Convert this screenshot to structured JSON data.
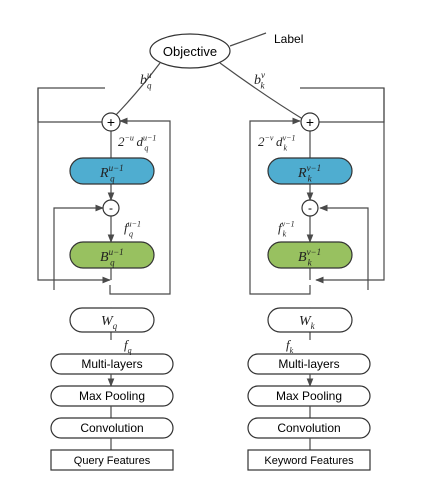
{
  "diagram": {
    "objective": "Objective",
    "label": "Label",
    "colors": {
      "reconstruction_block": "#4fadd0",
      "binary_block": "#98c160",
      "stroke": "#333333"
    },
    "left": {
      "edge_top": {
        "base": "b",
        "sup": "u",
        "sub": "q"
      },
      "residual": {
        "prefix": "2",
        "prefix_sup": "−u",
        "base": "d",
        "sub": "q",
        "sup": "u−1"
      },
      "reconstruct": {
        "base": "R",
        "sub": "q",
        "sup": "u−1"
      },
      "feature": {
        "base": "f",
        "sub": "q",
        "sup": "u−1"
      },
      "binary": {
        "base": "B",
        "sub": "q",
        "sup": "u−1"
      },
      "weight": {
        "base": "W",
        "sub": "q"
      },
      "output": {
        "base": "f",
        "sub": "q"
      },
      "layers": [
        "Multi-layers",
        "Max Pooling",
        "Convolution"
      ],
      "input": "Query Features"
    },
    "right": {
      "edge_top": {
        "base": "b",
        "sup": "v",
        "sub": "k"
      },
      "residual": {
        "prefix": "2",
        "prefix_sup": "−v",
        "base": "d",
        "sub": "k",
        "sup": "v−1"
      },
      "reconstruct": {
        "base": "R",
        "sub": "k",
        "sup": "v−1"
      },
      "feature": {
        "base": "f",
        "sub": "k",
        "sup": "v−1"
      },
      "binary": {
        "base": "B",
        "sub": "k",
        "sup": "v−1"
      },
      "weight": {
        "base": "W",
        "sub": "k"
      },
      "output": {
        "base": "f",
        "sub": "k"
      },
      "layers": [
        "Multi-layers",
        "Max Pooling",
        "Convolution"
      ],
      "input": "Keyword Features"
    },
    "ops": {
      "add": "+",
      "subtract": "-"
    }
  }
}
